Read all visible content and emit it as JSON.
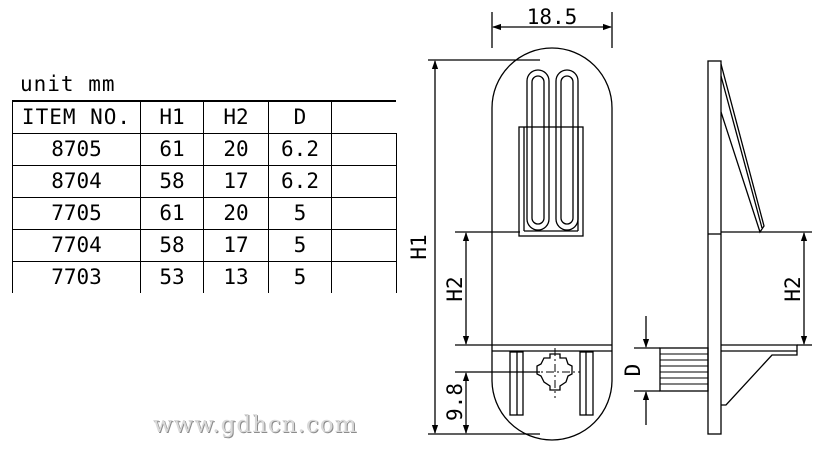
{
  "unit_label": "unit mm",
  "table": {
    "headers": [
      "ITEM NO.",
      "H1",
      "H2",
      "D",
      ""
    ],
    "rows": [
      [
        "8705",
        "61",
        "20",
        "6.2",
        ""
      ],
      [
        "8704",
        "58",
        "17",
        "6.2",
        ""
      ],
      [
        "7705",
        "61",
        "20",
        "5",
        ""
      ],
      [
        "7704",
        "58",
        "17",
        "5",
        ""
      ],
      [
        "7703",
        "53",
        "13",
        "5",
        ""
      ]
    ]
  },
  "dimensions": {
    "width_label": "18.5",
    "h1_label": "H1",
    "h2_front_label": "H2",
    "bottom_label": "9.8",
    "d_label": "D",
    "h2_side_label": "H2"
  },
  "watermark": "www.gdhcn.com"
}
